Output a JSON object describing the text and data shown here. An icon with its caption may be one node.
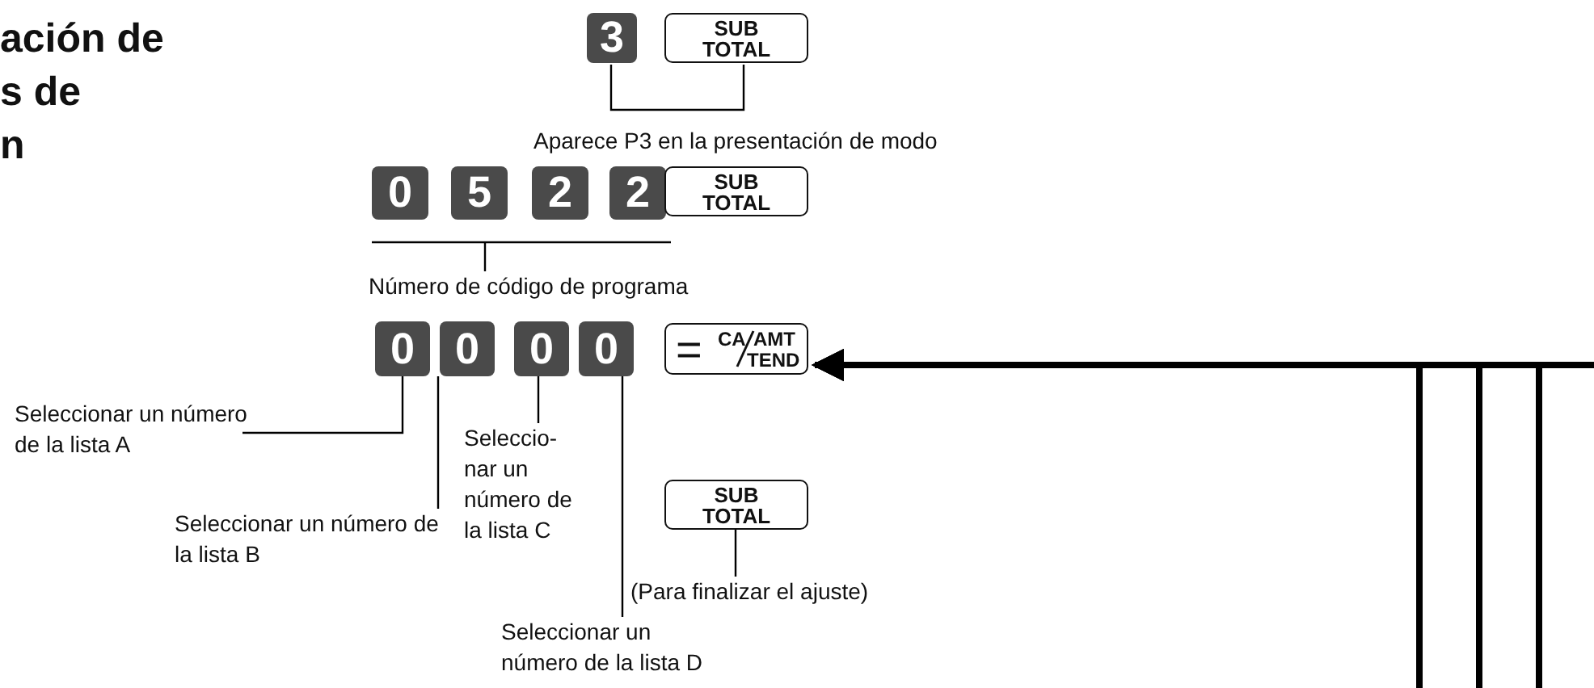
{
  "diagram": {
    "nodes": [
      {
        "text": [
          "3"
        ]
      },
      {
        "text": [
          "SUB TOTAL"
        ]
      },
      {
        "text": [
          "Aparece P3 en la presentación de modo"
        ]
      },
      {
        "text": [
          "0"
        ]
      },
      {
        "text": [
          "5"
        ]
      },
      {
        "text": [
          "2"
        ]
      },
      {
        "text": [
          "2"
        ]
      },
      {
        "text": [
          "SUB TOTAL"
        ]
      },
      {
        "text": [
          "Número de código de programa"
        ]
      },
      {
        "text": [
          "0"
        ]
      },
      {
        "text": [
          "0"
        ]
      },
      {
        "text": [
          "0"
        ]
      },
      {
        "text": [
          "0"
        ]
      },
      {
        "text": [
          "=",
          "CA",
          "AMT",
          "TEND"
        ]
      },
      {
        "text": [
          "Seleccionar un número de la lista A"
        ]
      },
      {
        "text": [
          "Seleccionar un número de la lista B"
        ]
      },
      {
        "text": [
          "Seleccio- nar un número de la lista C"
        ]
      },
      {
        "text": [
          "Seleccionar un número de la lista D"
        ]
      },
      {
        "text": [
          "SUB TOTAL"
        ]
      },
      {
        "text": [
          "(Para finalizar el ajuste)"
        ]
      }
    ],
    "edges": [
      {
        "from": 14,
        "to": 9,
        "arrow": "none"
      },
      {
        "from": 15,
        "to": 10,
        "arrow": "none"
      },
      {
        "from": 16,
        "to": 11,
        "arrow": "none"
      },
      {
        "from": 17,
        "to": 12,
        "arrow": "none"
      },
      {
        "from": 19,
        "to": 18,
        "arrow": "none"
      },
      {
        "from": null,
        "to": 13,
        "arrow": "to",
        "style": "thick"
      },
      {
        "from": null,
        "to": 13,
        "arrow": "to",
        "style": "thick"
      },
      {
        "from": null,
        "to": 13,
        "arrow": "to",
        "style": "thick"
      },
      {
        "from": null,
        "to": 13,
        "arrow": "to",
        "style": "thick"
      }
    ],
    "labels": [
      "ación de",
      "s de",
      "n"
    ]
  }
}
